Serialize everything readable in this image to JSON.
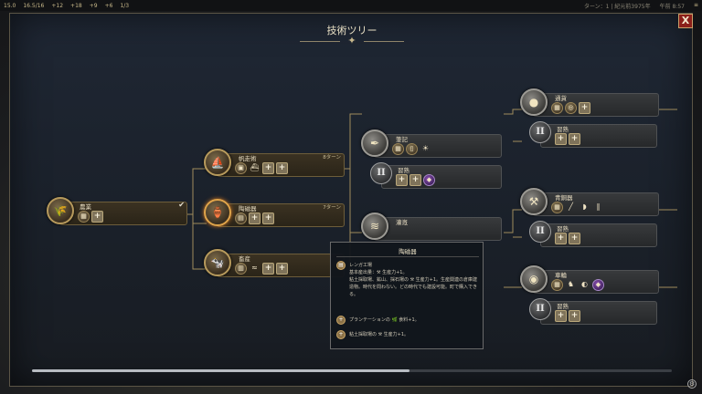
{
  "hud": {
    "stats": [
      "15.0",
      "16.5/16",
      "+12",
      "+18",
      "+9",
      "+6",
      "1/3"
    ],
    "turn": "ターン：1 | 紀元前3975年",
    "time": "午前 8:57"
  },
  "panel": {
    "title": "技術ツリー",
    "close_label": "X"
  },
  "nodes": {
    "agriculture": {
      "name": "農業",
      "turns": ""
    },
    "sailing": {
      "name": "帆走術",
      "turns": "8ターン"
    },
    "pottery": {
      "name": "陶磁器",
      "turns": "7ターン"
    },
    "husbandry": {
      "name": "畜産",
      "turns": ""
    },
    "writing": {
      "name": "筆記",
      "turns": ""
    },
    "mastery1": {
      "name": "習熟"
    },
    "irrigation": {
      "name": "灌漑"
    },
    "currency": {
      "name": "通貨"
    },
    "mastery2": {
      "name": "習熟"
    },
    "bronze": {
      "name": "青銅器"
    },
    "mastery3": {
      "name": "習熟"
    },
    "wheel": {
      "name": "車輪"
    },
    "mastery4": {
      "name": "習熟"
    }
  },
  "tooltip": {
    "title": "陶磁器",
    "rows": [
      {
        "icon": "brick-kiln-icon",
        "lines": [
          "レンガ工場",
          "基本産出量：⚒ 生産力+1。",
          "粘土採取場、鉱山、採石場の ⚒ 生産力+1。生産関連の倉庫建造物。時代を問わない。どの時代でも建設可能。町で購入できる。"
        ]
      },
      {
        "icon": "plus-icon",
        "lines": [
          "プランテーションの 🌿 食料+1。"
        ]
      },
      {
        "icon": "plus-icon",
        "lines": [
          "粘土採取場の ⚒ 生産力+1。"
        ]
      }
    ]
  },
  "scroll": {
    "position": 0.59
  },
  "colors": {
    "panel_bg": "#1f2734",
    "gold_border": "#b79a5c",
    "close_red": "#8b1f1a"
  }
}
